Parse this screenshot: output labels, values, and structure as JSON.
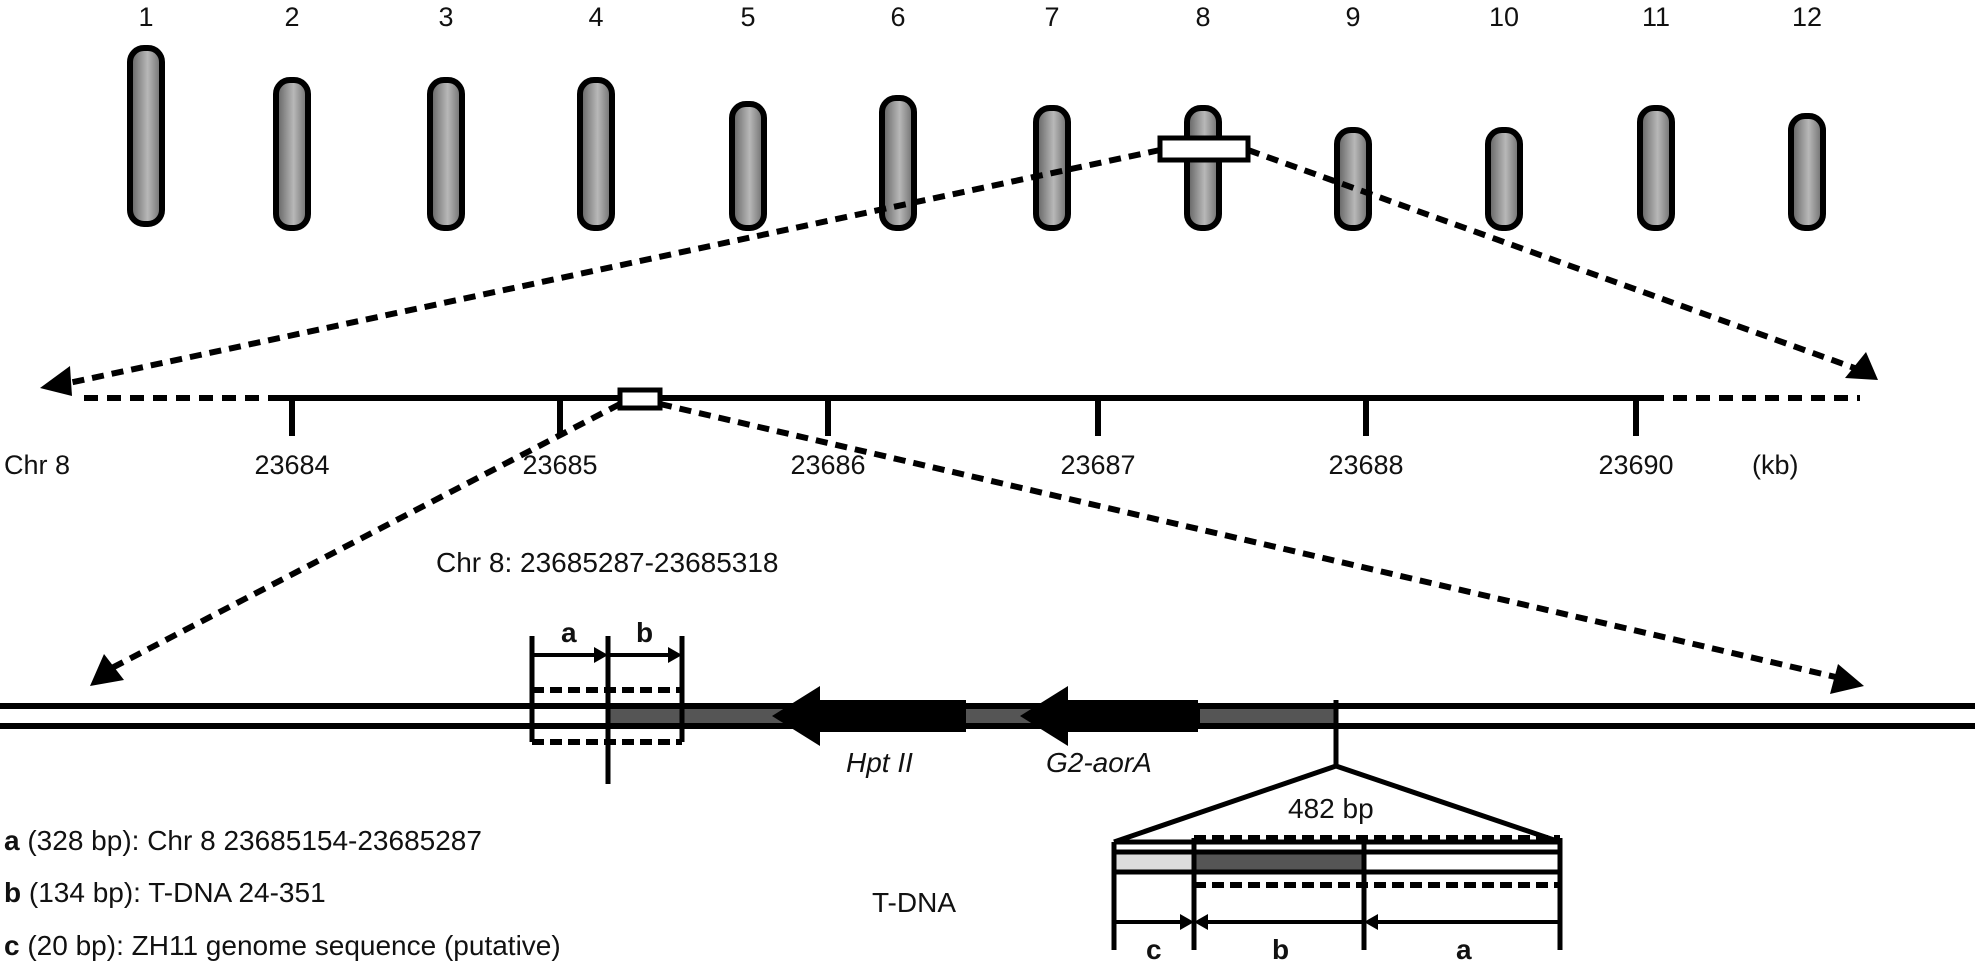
{
  "chromosomes": [
    {
      "label": "1"
    },
    {
      "label": "2"
    },
    {
      "label": "3"
    },
    {
      "label": "4"
    },
    {
      "label": "5"
    },
    {
      "label": "6"
    },
    {
      "label": "7"
    },
    {
      "label": "8"
    },
    {
      "label": "9"
    },
    {
      "label": "10"
    },
    {
      "label": "11"
    },
    {
      "label": "12"
    }
  ],
  "map": {
    "chr_label": "Chr 8",
    "ticks": [
      "23684",
      "23685",
      "23686",
      "23687",
      "23688",
      "23690"
    ],
    "unit": "(kb)"
  },
  "region_label": "Chr 8: 23685287-23685318",
  "insert": {
    "gene1": "Hpt II",
    "gene2": "G2-aorA",
    "size": "482 bp",
    "tdna_label": "T-DNA",
    "fragment_a": "a",
    "fragment_b": "b",
    "fragment_c": "c"
  },
  "legend": [
    {
      "key": "a",
      "text": " (328 bp): Chr 8 23685154-23685287"
    },
    {
      "key": "b",
      "text": " (134 bp): T-DNA 24-351"
    },
    {
      "key": "c",
      "text": " (20 bp): ZH11 genome sequence (putative)"
    }
  ],
  "colors": {
    "line": "#000000",
    "chromosome_fill_dark": "#6a6a6a",
    "chromosome_fill_light": "#c4c4c4",
    "tdna_fill": "#555555",
    "light_segment": "#dddddd"
  }
}
